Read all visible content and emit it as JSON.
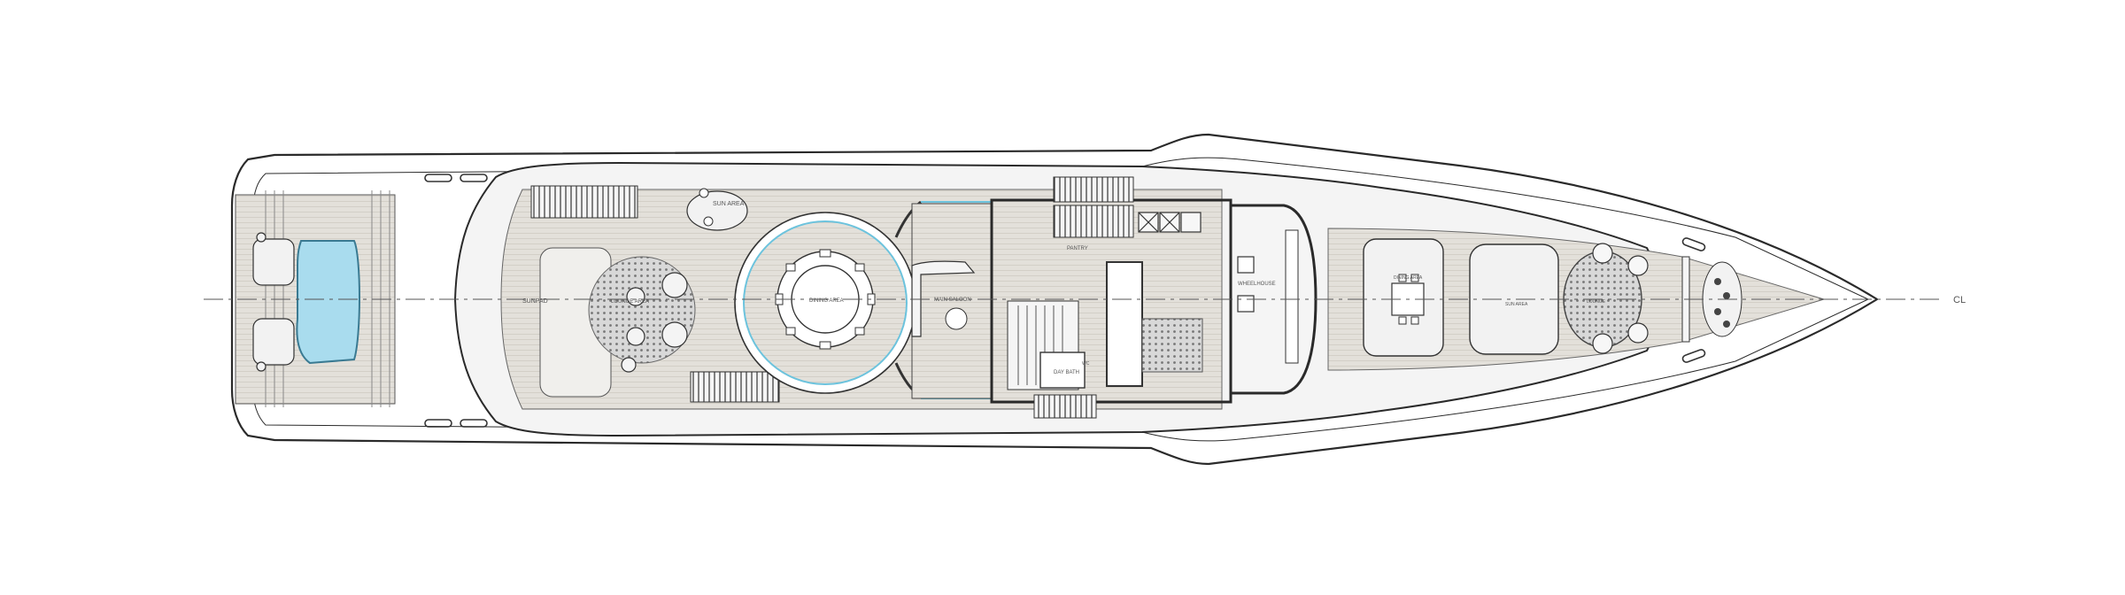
{
  "diagram": {
    "centerline_label": "CL",
    "areas": {
      "sun_area": "SUN AREA",
      "sunpad": "SUNPAD",
      "lounge": "LOUNGE AREA",
      "dining": "DINING AREA",
      "main_saloon": "MAIN SALOON",
      "pantry": "PANTRY",
      "day_bath": "DAY BATH",
      "wc": "WC",
      "wheelhouse": "WHEELHOUSE",
      "forward_dining": "DINING AREA",
      "forward_sun_area": "SUN AREA",
      "forward_lounge": "LOUNGE"
    },
    "colors": {
      "pool": "#a9dcee",
      "deck": "#e6e3dd",
      "hull_line": "#2a2a2a",
      "accent_blue": "#6cc3dd"
    }
  }
}
